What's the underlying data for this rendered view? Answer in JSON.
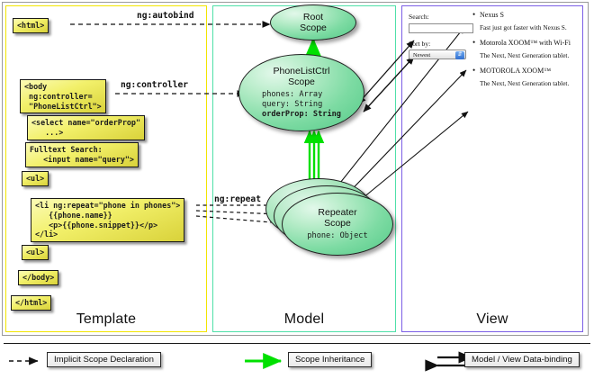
{
  "columns": [
    {
      "id": "template",
      "label": "Template",
      "border": "#f2e500"
    },
    {
      "id": "model",
      "label": "Model",
      "border": "#4fe0a8"
    },
    {
      "id": "view",
      "label": "View",
      "border": "#7c5fe6"
    }
  ],
  "template": {
    "boxes": [
      {
        "id": "html-open",
        "text": "<html>"
      },
      {
        "id": "body-open",
        "text": "<body\n ng:controller=\n \"PhoneListCtrl\">"
      },
      {
        "id": "select",
        "text": "<select name=\"orderProp\"\n   ...>"
      },
      {
        "id": "fulltext",
        "text": "Fulltext Search:\n   <input name=\"query\">"
      },
      {
        "id": "ul-open",
        "text": "<ul>"
      },
      {
        "id": "li-repeat",
        "text": "<li ng:repeat=\"phone in phones\">\n   {{phone.name}}\n   <p>{{phone.snippet}}</p>\n</li>"
      },
      {
        "id": "ul-close",
        "text": "<ul>"
      },
      {
        "id": "body-close",
        "text": "</body>"
      },
      {
        "id": "html-close",
        "text": "</html>"
      }
    ]
  },
  "model": {
    "scopes": [
      {
        "id": "root-scope",
        "title": "Root\nScope",
        "props": []
      },
      {
        "id": "phonelistctrl-scope",
        "title": "PhoneListCtrl\nScope",
        "props": [
          {
            "text": "phones: Array",
            "bold": false
          },
          {
            "text": "query: String",
            "bold": false
          },
          {
            "text": "orderProp: String",
            "bold": true
          }
        ]
      },
      {
        "id": "repeater-scope",
        "title": "Repeater\nScope",
        "props": [
          {
            "text": "phone: Object",
            "bold": false
          }
        ]
      }
    ]
  },
  "connections": {
    "autobind": "ng:autobind",
    "controller": "ng:controller",
    "repeat": "ng:repeat"
  },
  "view": {
    "search_label": "Search:",
    "search_value": "",
    "sort_label": "Sort by:",
    "sort_selected": "Newest",
    "phones": [
      {
        "name": "Nexus S",
        "snippet": "Fast just got faster with Nexus S."
      },
      {
        "name": "Motorola XOOM™ with Wi-Fi",
        "snippet": "The Next, Next Generation tablet."
      },
      {
        "name": "MOTOROLA XOOM™",
        "snippet": "The Next, Next Generation tablet."
      }
    ]
  },
  "legend": {
    "items": [
      {
        "id": "implicit-scope-declaration",
        "label": "Implicit Scope Declaration",
        "style": "dashed-arrow",
        "color": "#1a1a1a"
      },
      {
        "id": "scope-inheritance",
        "label": "Scope Inheritance",
        "style": "solid-arrow",
        "color": "#00e000"
      },
      {
        "id": "model-view-data-binding",
        "label": "Model / View Data-binding",
        "style": "double-arrow",
        "color": "#1a1a1a"
      }
    ]
  }
}
